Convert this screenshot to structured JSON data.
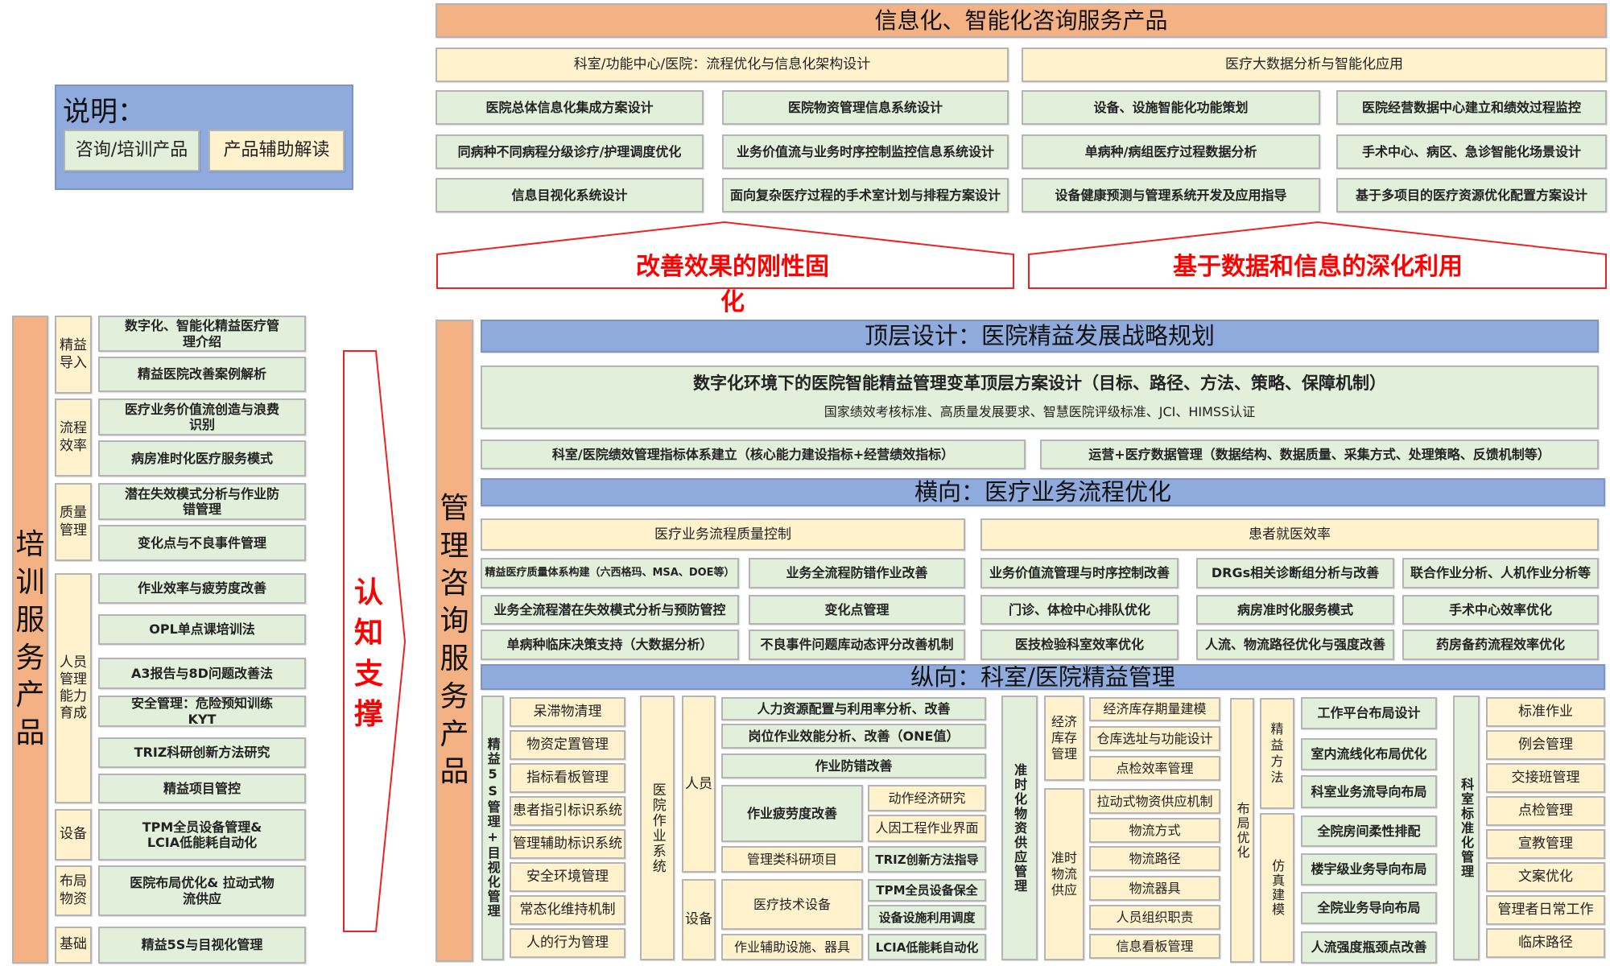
{
  "legend": {
    "title": "说明：",
    "consult_training": "咨询/培训产品",
    "auxiliary": "产品辅助解读"
  },
  "info_consulting": {
    "title": "信息化、智能化咨询服务产品",
    "categories": [
      "科室/功能中心/医院：流程优化与信息化架构设计",
      "医疗大数据分析与智能化应用"
    ],
    "items": [
      "医院总体信息化集成方案设计",
      "医院物资管理信息系统设计",
      "设备、设施智能化功能策划",
      "医院经营数据中心建立和绩效过程监控",
      "同病种不同病程分级诊疗/护理调度优化",
      "业务价值流与业务时序控制监控信息系统设计",
      "单病种/病组医疗过程数据分析",
      "手术中心、病区、急诊智能化场景设计",
      "信息目视化系统设计",
      "面向复杂医疗过程的手术室计划与排程方案设计",
      "设备健康预测与管理系统开发及应用指导",
      "基于多项目的医疗资源优化配置方案设计"
    ],
    "effects": [
      "改善效果的刚性固化",
      "基于数据和信息的深化利用"
    ]
  },
  "training": {
    "title": "培训服务产品",
    "categories": [
      "精益导入",
      "流程效率",
      "质量管理",
      "人员管理能力育成",
      "设备",
      "布局物资",
      "基础"
    ],
    "items": [
      "数字化、智能化精益医疗管理介绍",
      "精益医院改善案例解析",
      "医疗业务价值流创造与浪费识别",
      "病房准时化医疗服务模式",
      "潜在失效模式分析与作业防错管理",
      "变化点与不良事件管理",
      "作业效率与疲劳度改善",
      "OPL单点课培训法",
      "A3报告与8D问题改善法",
      "安全管理：危险预知训练KYT",
      "TRIZ科研创新方法研究",
      "精益项目管控",
      "TPM全员设备管理& LCIA低能耗自动化",
      "医院布局优化& 拉动式物流供应",
      "精益5S与目视化管理"
    ]
  },
  "cognitive_support": "认知支撑",
  "management": {
    "title": "管理咨询服务产品",
    "top_design": {
      "title": "顶层设计：医院精益发展战略规划",
      "main": "数字化环境下的医院智能精益管理变革顶层方案设计（目标、路径、方法、策略、保障机制）",
      "sub": "国家绩效考核标准、高质量发展要求、智慧医院评级标准、JCI、HIMSS认证",
      "items": [
        "科室/医院绩效管理指标体系建立（核心能力建设指标+经营绩效指标）",
        "运营+医疗数据管理（数据结构、数据质量、采集方式、处理策略、反馈机制等）"
      ]
    },
    "horizontal": {
      "title": "横向：医疗业务流程优化",
      "groups": [
        "医疗业务流程质量控制",
        "患者就医效率"
      ],
      "items": [
        "精益医疗质量体系构建（六西格玛、MSA、DOE等）",
        "业务全流程防错作业改善",
        "业务价值流管理与时序控制改善",
        "DRGs相关诊断组分析与改善",
        "联合作业分析、人机作业分析等",
        "业务全流程潜在失效模式分析与预防管控",
        "变化点管理",
        "门诊、体检中心排队优化",
        "病房准时化服务模式",
        "手术中心效率优化",
        "单病种临床决策支持（大数据分析）",
        "不良事件问题库动态评分改善机制",
        "医技检验科室效率优化",
        "人流、物流路径优化与强度改善",
        "药房备药流程效率优化"
      ]
    },
    "vertical": {
      "title": "纵向：科室/医院精益管理",
      "five_s": {
        "label": "精益5S管理+目视化管理",
        "items": [
          "呆滞物清理",
          "物资定置管理",
          "指标看板管理",
          "患者指引标识系统",
          "管理辅助标识系统",
          "安全环境管理",
          "常态化维持机制",
          "人的行为管理"
        ]
      },
      "operation_system": {
        "label": "医院作业系统",
        "personnel": "人员",
        "equipment": "设备",
        "items": [
          "人力资源配置与利用率分析、改善",
          "岗位作业效能分析、改善（ONE值）",
          "作业防错改善",
          "作业疲劳度改善",
          "动作经济研究",
          "人因工程作业界面",
          "管理类科研项目",
          "TRIZ创新方法指导",
          "医疗技术设备",
          "TPM全员设备保全",
          "设备设施利用调度",
          "作业辅助设施、器具",
          "LCIA低能耗自动化"
        ]
      },
      "jit": {
        "label": "准时化物资供应管理",
        "econ_label": "经济库存管理",
        "econ_items": [
          "经济库存期量建模",
          "仓库选址与功能设计",
          "点检效率管理"
        ],
        "flow_label": "准时物流供应",
        "flow_items": [
          "拉动式物资供应机制",
          "物流方式",
          "物流路径",
          "物流器具",
          "人员组织职责",
          "信息看板管理"
        ]
      },
      "layout": {
        "label": "布局优化",
        "lean_label": "精益方法",
        "sim_label": "仿真建模",
        "items": [
          "工作平台布局设计",
          "室内流线化布局优化",
          "科室业务流导向布局",
          "全院房间柔性排配",
          "楼宇级业务导向布局",
          "全院业务导向布局",
          "人流强度瓶颈点改善"
        ]
      },
      "standard": {
        "label": "科室标准化管理",
        "items": [
          "标准作业",
          "例会管理",
          "交接班管理",
          "点检管理",
          "宣教管理",
          "文案优化",
          "管理者日常工作",
          "临床路径"
        ]
      }
    }
  },
  "colors": {
    "orange": "#f4b183",
    "yellow": "#fff2cc",
    "green": "#e2efda",
    "blue": "#8faadc",
    "red": "#ff0000"
  }
}
